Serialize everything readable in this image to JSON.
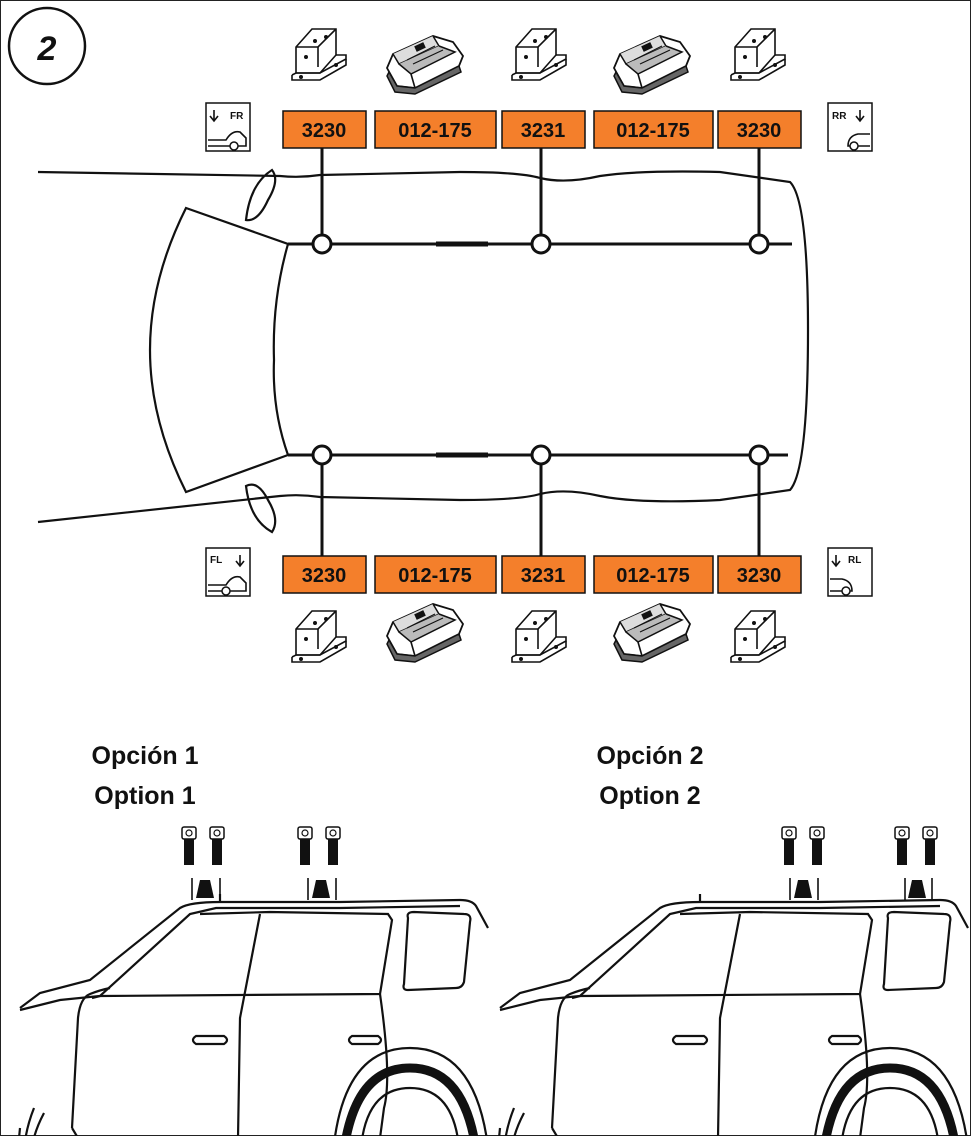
{
  "step_number": "2",
  "colors": {
    "label_fill": "#f47f2b",
    "line": "#111111"
  },
  "top_row": [
    "3230",
    "012-175",
    "3231",
    "012-175",
    "3230"
  ],
  "bottom_row": [
    "3230",
    "012-175",
    "3231",
    "012-175",
    "3230"
  ],
  "corner_labels": {
    "front_right": "FR",
    "rear_right": "RR",
    "front_left": "FL",
    "rear_left": "RL"
  },
  "options": [
    {
      "line1": "Opción 1",
      "line2": "Option 1"
    },
    {
      "line1": "Opción 2",
      "line2": "Option 2"
    }
  ]
}
